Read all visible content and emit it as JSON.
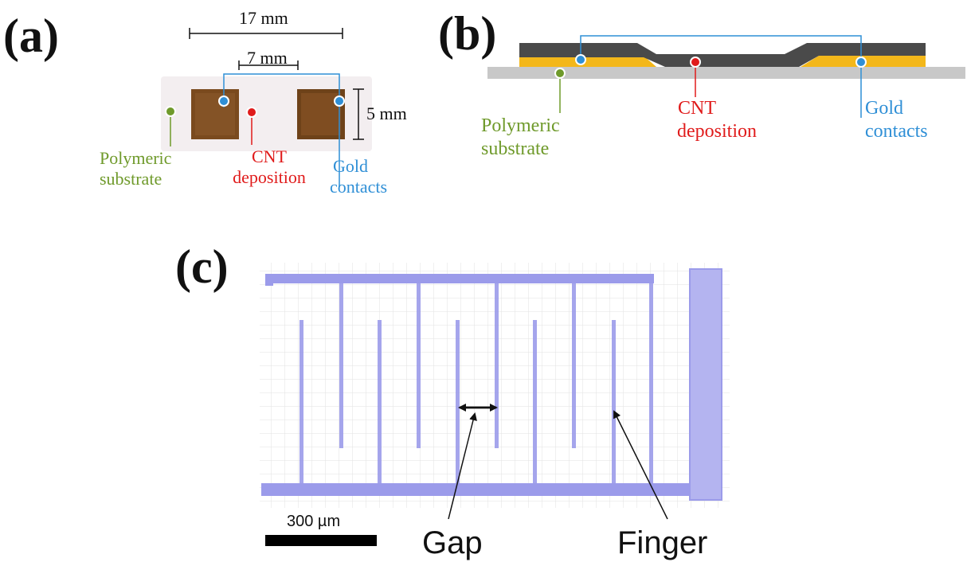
{
  "panels": {
    "a": {
      "label": "(a)",
      "dim_width": "17 mm",
      "dim_gap": "7 mm",
      "dim_height": "5 mm",
      "substrate_label": [
        "Polymeric",
        "substrate"
      ],
      "cnt_label": [
        "CNT",
        "deposition"
      ],
      "gold_label": [
        "Gold",
        "contacts"
      ]
    },
    "b": {
      "label": "(b)",
      "substrate_label": [
        "Polymeric",
        "substrate"
      ],
      "cnt_label": [
        "CNT",
        "deposition"
      ],
      "gold_label": [
        "Gold",
        "contacts"
      ]
    },
    "c": {
      "label": "(c)",
      "scale_bar": "300 µm",
      "gap_label": "Gap",
      "finger_label": "Finger"
    }
  },
  "colors": {
    "substrate": "#6f9a2b",
    "cnt": "#e01b1b",
    "gold_contact": "#2f8fd6",
    "gold_layer": "#f3b71a",
    "cnt_layer": "#4a4a4a",
    "substrate_layer": "#c8c8c8",
    "electrode": "#9b9bea"
  }
}
